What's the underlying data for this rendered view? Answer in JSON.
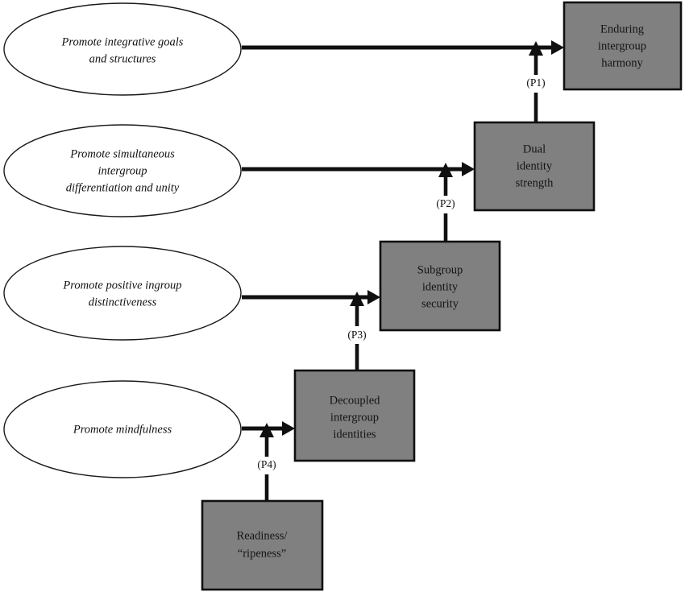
{
  "figure": {
    "type": "flow-diagram",
    "background_color": "#ffffff",
    "box_fill_color": "#808080",
    "box_border_color": "#101010",
    "ellipse_fill_color": "#ffffff",
    "ellipse_border_color": "#1a1a1a",
    "connector_color": "#101010"
  },
  "interventions": [
    {
      "id": "promote-integrative-goals",
      "lines": [
        "Promote integrative goals",
        "and structures"
      ]
    },
    {
      "id": "promote-simultaneous-differentiation",
      "lines": [
        "Promote simultaneous",
        "intergroup",
        "differentiation and unity"
      ]
    },
    {
      "id": "promote-positive-distinctiveness",
      "lines": [
        "Promote positive ingroup",
        "distinctiveness"
      ]
    },
    {
      "id": "promote-mindfulness",
      "lines": [
        "Promote mindfulness"
      ]
    }
  ],
  "outcomes": [
    {
      "id": "enduring-intergroup-harmony",
      "lines": [
        "Enduring",
        "intergroup",
        "harmony"
      ]
    },
    {
      "id": "dual-identity-strength",
      "lines": [
        "Dual",
        "identity",
        "strength"
      ]
    },
    {
      "id": "subgroup-identity-security",
      "lines": [
        "Subgroup",
        "identity",
        "security"
      ]
    },
    {
      "id": "decoupled-intergroup-identities",
      "lines": [
        "Decoupled",
        "intergroup",
        "identities"
      ]
    },
    {
      "id": "readiness-ripeness",
      "lines": [
        "Readiness/",
        "“ripeness”"
      ]
    }
  ],
  "propositions": [
    {
      "id": "p1",
      "label": "(P1)",
      "from": "dual-identity-strength",
      "to": "enduring-intergroup-harmony"
    },
    {
      "id": "p2",
      "label": "(P2)",
      "from": "subgroup-identity-security",
      "to": "dual-identity-strength"
    },
    {
      "id": "p3",
      "label": "(P3)",
      "from": "decoupled-intergroup-identities",
      "to": "subgroup-identity-security"
    },
    {
      "id": "p4",
      "label": "(P4)",
      "from": "readiness-ripeness",
      "to": "decoupled-intergroup-identities"
    }
  ]
}
